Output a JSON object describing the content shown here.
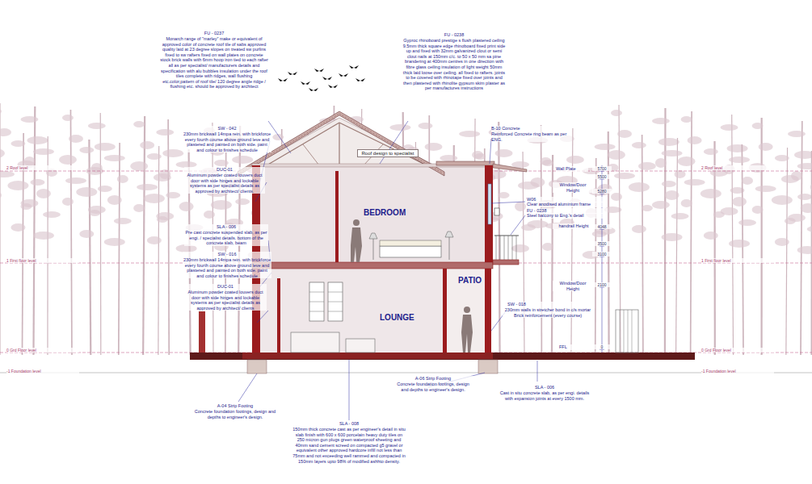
{
  "diagram": {
    "nodes": [
      {
        "text": [
          "Roof design to specialist"
        ]
      }
    ],
    "labels": [
      "2 Roof level",
      "2 Roof level",
      "1 First floor level",
      "1 First floor level",
      "0 Grd Floor level",
      "0 Grd Floor level",
      "-1 Foundation level",
      "-1 Foundation level",
      "FU - 0237",
      "Monarch range of \"marley\" make or equivalent of approved color of concrete roof tile of sabs approved quality laid at 23 degree slopes on treated sw purlins fixed to sw rafters fixed on wall plates on concrete stock brick walls with 6mm hoop iron tied to each rafter all as per specialist/ manufacturers details and specification with alu bubbles insulation under the roof tiles complete with ridges, wall flushing etc.color,pattern of roof tile/ 120 degree angle ridge / flushing etc. should be approved by architect",
      "FU - 0238",
      "Gyproc rhinoboard prestige s flush plastered ceiling 9.5mm thick square edge rhinoboard fixed print side up and fixed with 32mm galvanized clout or semi clout nails at 150mm c/c. to 50 x 50 mm sa pine brandering at 400mm centres in one direction with fibre glass ceiling insulation of light weight 50mm thick laid loose over ceiling. all fixed to rafters. joints to be covered with rhinotape fixed over joints and then plastered with rhinolite gypsum skim plaster as per manufactures instructions",
      "B-10 Concrete",
      "Reinforced Concrete ring beam as per ENG.",
      "SW - 042",
      "230mm brickwall 14mpa rein. with brickforce every fourth course above ground leve and plastered and painted on both side. paint and colour to finishes schedule",
      "DUC-01",
      "Aluminum powder coated louvers duct door with side hinges and lockable systems as per specialist details as approved by architect/ clients.",
      "SLA - 006",
      "Pre cast concrete suspended slab, as per engi. / specialist details. bottom of the concrete slab, beam",
      "SW - 016",
      "230mm brickwall 14mpa rein. with brickforce every fourth course above ground leve and plastered and painted on both side. paint and colour to finishes schedule",
      "DUC-01",
      "Aluminum powder coated louvers duct door with side hinges and lockable systems as per specialist details as approved by architect/ clients",
      "A-04 Strip Footing",
      "Concrete foundation footings, design and depths to engineer's design.",
      "SLA - 008",
      "150mm thick concrete cast as per engineer's detail in situ slab finish with 600 x 600 porcelain heavy duty tiles on 250 micron gun plugs green waterproof sheeting and 40mm sand cement screed on compacted g5 gravel or equivalent other approved hardcore infill not less than 75mm and not exceeding well rammed and compacted in 150mm layers upto 98% of modified ashhto density.",
      "A-06 Strip Footing",
      "Concrete foundation footings, design and depths to engineer's design.",
      "SLA - 006",
      "Cast in situ concrete slab, as per engi. details with expansion joints at every 1500 mm.",
      "Wall Plate",
      "Window/Door Height",
      "W06",
      "Clear anodised aluminium frame",
      "FU - 0238",
      "Steel balcony to Eng.'s detail",
      "handrail Height",
      "Window/Door Height",
      "SW - 018",
      "230mm walls in stretcher bond in c/s mortar Brick reinforcement (every course)",
      "FFL",
      "5700",
      "5500",
      "5280",
      "4048",
      "3500",
      "3100",
      "2100",
      "0",
      "BEDROOM",
      "LOUNGE",
      "PATIO"
    ]
  }
}
